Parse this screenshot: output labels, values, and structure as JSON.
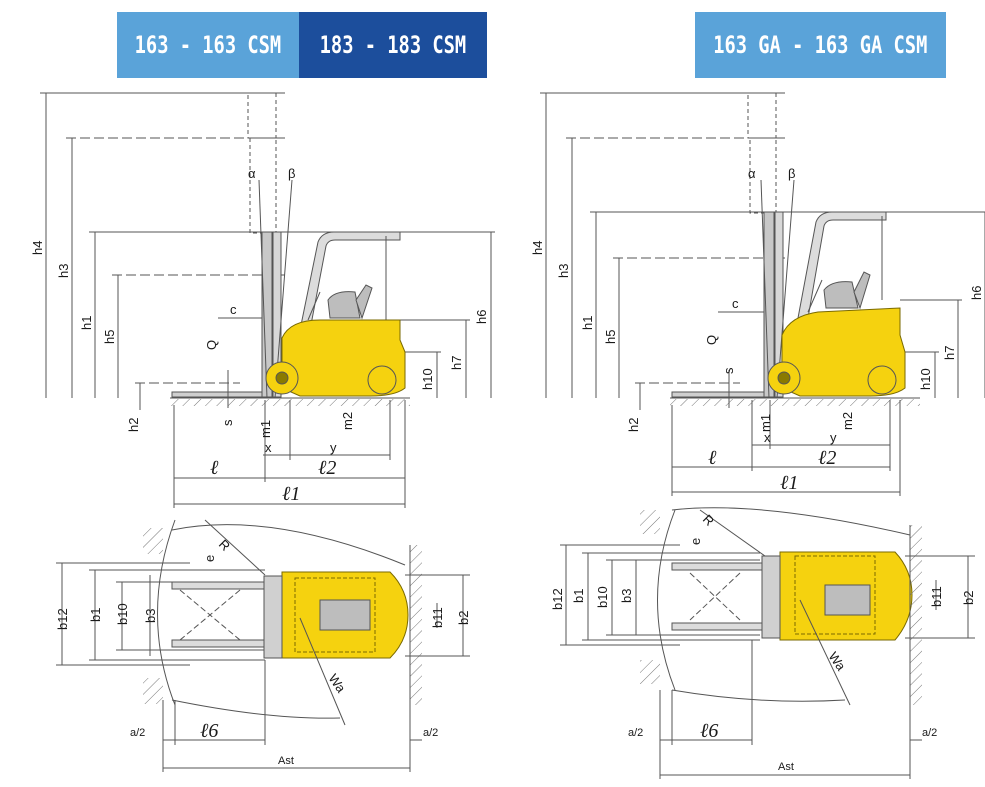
{
  "headers": {
    "left_light": "163 - 163 CSM",
    "left_dark": "183 - 183 CSM",
    "right": "163 GA - 163 GA CSM"
  },
  "labels": {
    "h4": "h4",
    "h3": "h3",
    "h1": "h1",
    "h5": "h5",
    "h2": "h2",
    "h6": "h6",
    "h7": "h7",
    "h10": "h10",
    "c": "c",
    "q": "Q",
    "s": "s",
    "m1": "m1",
    "m2": "m2",
    "x": "x",
    "y": "y",
    "alpha": "α",
    "beta": "β",
    "l": "ℓ",
    "l2": "ℓ2",
    "l1": "ℓ1",
    "l6": "ℓ6",
    "b12": "b12",
    "b1": "b1",
    "b10": "b10",
    "b3": "b3",
    "b11": "b11",
    "b2": "b2",
    "e": "e",
    "R": "R",
    "Wa": "Wa",
    "a2": "a/2",
    "Ast": "Ast"
  },
  "colors": {
    "header_light": "#5aa3d9",
    "header_dark": "#1c4e9c",
    "truck_yellow": "#f5d20f",
    "mast_grey": "#b8b8b8",
    "line": "#555555"
  }
}
